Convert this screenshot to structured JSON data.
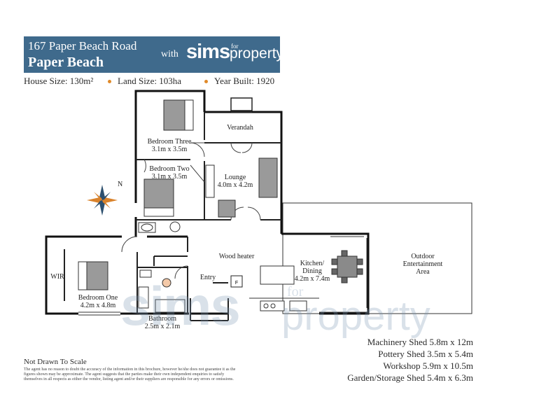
{
  "header": {
    "address_line1": "167 Paper Beach Road",
    "address_line2": "Paper Beach",
    "with_text": "with",
    "logo_main": "sims",
    "logo_for": "for",
    "logo_property": "property",
    "brand_color": "#3f6a8c"
  },
  "stats": {
    "house_size": "House Size: 130m²",
    "land_size": "Land Size: 103ha",
    "year_built": "Year Built: 1920",
    "separator_color": "#e08a2a"
  },
  "rooms": {
    "bedroom_three": {
      "name": "Bedroom Three",
      "size": "3.1m x 3.5m"
    },
    "bedroom_two": {
      "name": "Bedroom Two",
      "size": "3.1m x 3.5m"
    },
    "verandah": {
      "name": "Verandah"
    },
    "lounge": {
      "name": "Lounge",
      "size": "4.0m x 4.2m"
    },
    "bedroom_one": {
      "name": "Bedroom One",
      "size": "4.2m x 4.8m"
    },
    "wir": {
      "name": "WIR"
    },
    "entry": {
      "name": "Entry"
    },
    "wood_heater": {
      "name": "Wood heater"
    },
    "bathroom": {
      "name": "Bathroom",
      "size": "2.5m x 2.1m"
    },
    "kitchen": {
      "name": "Kitchen/",
      "name2": "Dining",
      "size": "4.2m x 7.4m"
    },
    "outdoor": {
      "name": "Outdoor",
      "name2": "Entertainment",
      "name3": "Area"
    }
  },
  "compass": {
    "north_label": "N"
  },
  "watermark": {
    "main": "sims",
    "for": "for",
    "property": "property"
  },
  "sheds": [
    "Machinery Shed 5.8m x 12m",
    "Pottery Shed 3.5m x 5.4m",
    "Workshop 5.9m x 10.5m",
    "Garden/Storage Shed 5.4m x 6.3m"
  ],
  "footer": {
    "not_to_scale": "Not Drawn To Scale",
    "disclaimer": "The agent has no reason to doubt the accuracy of the information in this brochure, however he/she does not guarantee it as the figures shown may be approximate. The agent suggests that the parties make their own independent enquiries to satisfy themselves in all respects as either the vendor, listing agent and/or their suppliers are responsible for any errors or omissions."
  }
}
